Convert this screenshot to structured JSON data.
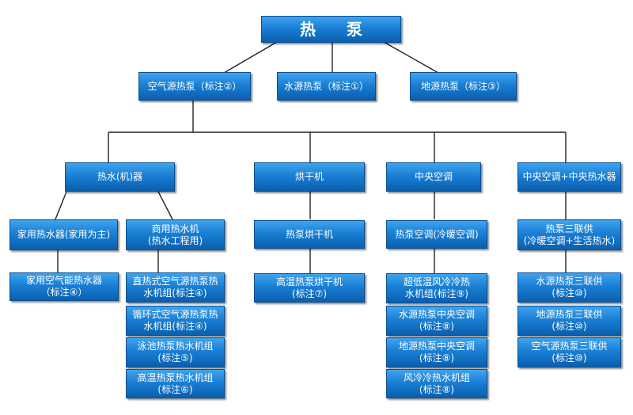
{
  "diagram": {
    "root": "热 泵",
    "categories": {
      "air": "空气源热泵（标注②）",
      "water": "水源热泵（标注①）",
      "ground": "地源热泵（标注③）"
    },
    "groups": {
      "hotwater": "热水(机)器",
      "dryer": "烘干机",
      "central_ac": "中央空调",
      "combo": "中央空调+中央热水器"
    },
    "subtypes": {
      "household": "家用热水器(家用为主)",
      "commercial": "商用热水机\n(热水工程用)",
      "dryer_hp": "热泵烘干机",
      "hp_ac": "热泵空调(冷暖空调)",
      "triple": "热泵三联供\n(冷暖空调+生活热水)"
    },
    "leaves": {
      "household_air": "家用空气能热水器\n（标注④）",
      "direct_heat": "直热式空气源热泵热\n水机组(标注④)",
      "cycle_heat": "循环式空气源热泵热\n水机组(标注④)",
      "pool": "泳池热泵热水机组\n(标注⑤)",
      "high_temp_water": "高温热泵热水机组\n(标注⑥)",
      "high_temp_dryer": "高温热泵烘干机\n(标注⑦)",
      "ultra_low": "超低温风冷冷热\n水机组(标注⑨)",
      "water_central": "水源热泵中央空调\n(标注⑧)",
      "ground_central": "地源热泵中央空调\n(标注⑧)",
      "air_cooled": "风冷冷热水机组\n(标注⑧)",
      "water_triple": "水源热泵三联供\n(标注⑩)",
      "ground_triple": "地源热泵三联供\n(标注⑩)",
      "air_triple": "空气源热泵三联供\n(标注⑩)"
    }
  },
  "colors": {
    "box_top": "#3fa3ee",
    "box_bottom": "#0a5fae",
    "text": "#ffffff",
    "connector": "#222222"
  }
}
